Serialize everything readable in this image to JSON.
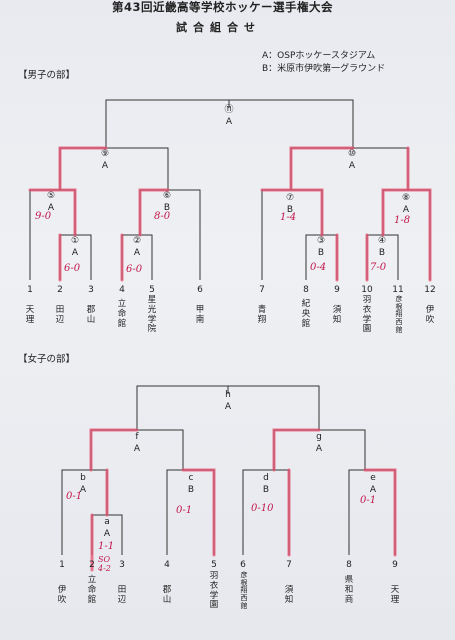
{
  "header": {
    "title": "第43回近畿高等学校ホッケー選手権大会",
    "subtitle": "試合組合せ",
    "venue_a": "A：OSPホッケースタジアム",
    "venue_b": "B：米原市伊吹第一グラウンド"
  },
  "men": {
    "section_label": "【男子の部】",
    "matches": [
      {
        "id": "1",
        "venue": "A",
        "score": "6-0"
      },
      {
        "id": "2",
        "venue": "A",
        "score": "6-0"
      },
      {
        "id": "3",
        "venue": "B",
        "score": "0-4"
      },
      {
        "id": "4",
        "venue": "B",
        "score": "7-0"
      },
      {
        "id": "5",
        "venue": "A",
        "score": "9-0"
      },
      {
        "id": "6",
        "venue": "B",
        "score": "8-0"
      },
      {
        "id": "7",
        "venue": "B",
        "score": "1-4"
      },
      {
        "id": "8",
        "venue": "A",
        "score": "1-8"
      },
      {
        "id": "9",
        "venue": "A",
        "score": ""
      },
      {
        "id": "10",
        "venue": "A",
        "score": ""
      },
      {
        "id": "11",
        "venue": "A",
        "score": ""
      }
    ],
    "teams": [
      {
        "num": "1",
        "name": "天理"
      },
      {
        "num": "2",
        "name": "田辺"
      },
      {
        "num": "3",
        "name": "郡山"
      },
      {
        "num": "4",
        "name": "立命館"
      },
      {
        "num": "5",
        "name": "星光学院"
      },
      {
        "num": "6",
        "name": "甲南"
      },
      {
        "num": "7",
        "name": "青翔"
      },
      {
        "num": "8",
        "name": "紀央館"
      },
      {
        "num": "9",
        "name": "須知"
      },
      {
        "num": "10",
        "name": "羽衣学園"
      },
      {
        "num": "11",
        "name": "彦根翔西館"
      },
      {
        "num": "12",
        "name": "伊吹"
      }
    ]
  },
  "women": {
    "section_label": "【女子の部】",
    "matches": [
      {
        "id": "a",
        "venue": "A",
        "score": "1-1",
        "extra": "SO 4-2"
      },
      {
        "id": "b",
        "venue": "A",
        "score": "0-1"
      },
      {
        "id": "c",
        "venue": "B",
        "score": "0-1"
      },
      {
        "id": "d",
        "venue": "B",
        "score": "0-10"
      },
      {
        "id": "e",
        "venue": "A",
        "score": "0-1"
      },
      {
        "id": "f",
        "venue": "A",
        "score": ""
      },
      {
        "id": "g",
        "venue": "A",
        "score": ""
      },
      {
        "id": "h",
        "venue": "A",
        "score": ""
      }
    ],
    "teams": [
      {
        "num": "1",
        "name": "伊吹"
      },
      {
        "num": "2",
        "name": "立命館"
      },
      {
        "num": "3",
        "name": "田辺"
      },
      {
        "num": "4",
        "name": "郡山"
      },
      {
        "num": "5",
        "name": "羽衣学園"
      },
      {
        "num": "6",
        "name": "彦根翔西館"
      },
      {
        "num": "7",
        "name": "須知"
      },
      {
        "num": "8",
        "name": "県和商"
      },
      {
        "num": "9",
        "name": "天理"
      }
    ]
  },
  "colors": {
    "winner_highlight": "#e8506f",
    "score_ink": "#c2184b",
    "line": "#333333"
  }
}
